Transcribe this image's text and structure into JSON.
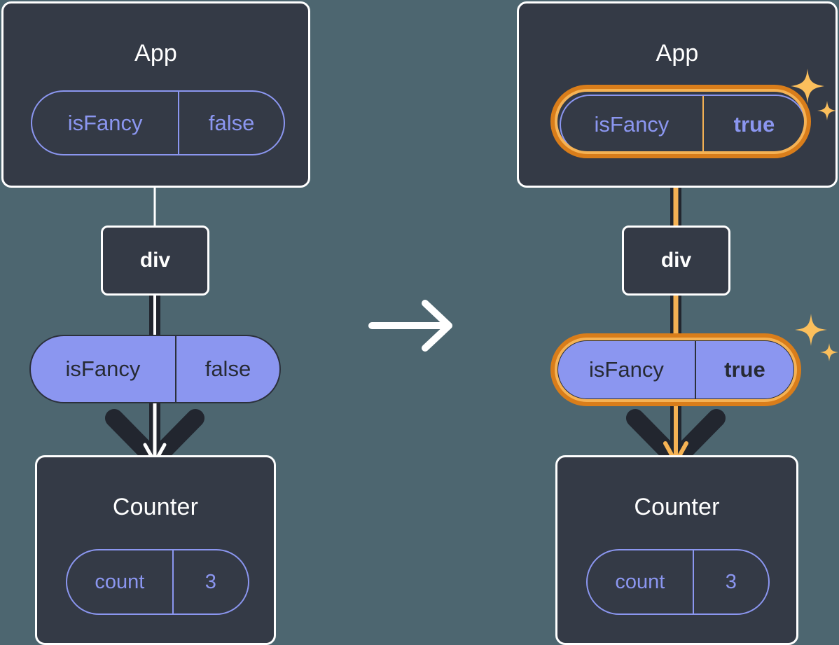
{
  "diagram": {
    "type": "react-state-tree-comparison",
    "title_text_present": false,
    "colors": {
      "background": "#4d6670",
      "panel_fill": "#343a46",
      "panel_border": "#ffffff",
      "pill_outline": "#8b96f0",
      "pill_filled": "#8b96f0",
      "pill_filled_text": "#262a33",
      "highlight_outer": "#d97d1a",
      "highlight_inner": "#f5b254",
      "sparkle": "#fbbf5c",
      "edge_dark": "#22262f",
      "edge_light": "#ffffff"
    }
  },
  "transition": {
    "arrow_icon": "arrow-right-icon",
    "label": ""
  },
  "before": {
    "app": {
      "title": "App",
      "state": {
        "name": "isFancy",
        "value": "false",
        "highlighted": false,
        "style": "outline"
      }
    },
    "host": {
      "tag": "div"
    },
    "prop": {
      "name": "isFancy",
      "value": "false",
      "highlighted": false,
      "style": "filled"
    },
    "counter": {
      "title": "Counter",
      "state": {
        "name": "count",
        "value": "3",
        "highlighted": false,
        "style": "outline"
      }
    }
  },
  "after": {
    "app": {
      "title": "App",
      "state": {
        "name": "isFancy",
        "value": "true",
        "highlighted": true,
        "style": "outline"
      },
      "sparkle_icon": "sparkles-icon"
    },
    "host": {
      "tag": "div"
    },
    "prop": {
      "name": "isFancy",
      "value": "true",
      "highlighted": true,
      "style": "filled",
      "sparkle_icon": "sparkles-icon"
    },
    "counter": {
      "title": "Counter",
      "state": {
        "name": "count",
        "value": "3",
        "highlighted": false,
        "style": "outline"
      }
    }
  }
}
